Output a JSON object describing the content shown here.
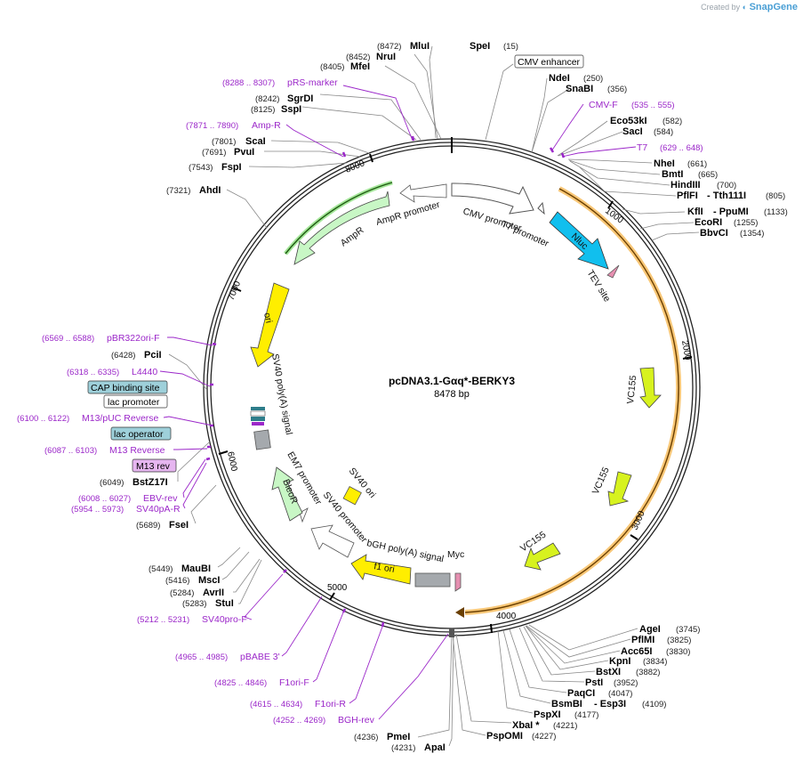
{
  "brand": {
    "created": "Created by",
    "name": "SnapGene"
  },
  "plasmid": {
    "name": "pcDNA3.1-Gαq*-BERKY3",
    "size": "8478 bp"
  },
  "ticks": [
    "1000",
    "2000",
    "3000",
    "4000",
    "5000",
    "6000",
    "7000",
    "8000"
  ],
  "sites": {
    "MluI": {
      "name": "MluI",
      "pos": "(8472)"
    },
    "NruI": {
      "name": "NruI",
      "pos": "(8452)"
    },
    "MfeI": {
      "name": "MfeI",
      "pos": "(8405)"
    },
    "SgrDI": {
      "name": "SgrDI",
      "pos": "(8242)"
    },
    "SspI": {
      "name": "SspI",
      "pos": "(8125)"
    },
    "ScaI": {
      "name": "ScaI",
      "pos": "(7801)"
    },
    "PvuI": {
      "name": "PvuI",
      "pos": "(7691)"
    },
    "FspI": {
      "name": "FspI",
      "pos": "(7543)"
    },
    "AhdI": {
      "name": "AhdI",
      "pos": "(7321)"
    },
    "PciI": {
      "name": "PciI",
      "pos": "(6428)"
    },
    "BstZ17I": {
      "name": "BstZ17I",
      "pos": "(6049)"
    },
    "FseI": {
      "name": "FseI",
      "pos": "(5689)"
    },
    "MauBI": {
      "name": "MauBI",
      "pos": "(5449)"
    },
    "MscI": {
      "name": "MscI",
      "pos": "(5416)"
    },
    "AvrII": {
      "name": "AvrII",
      "pos": "(5284)"
    },
    "StuI": {
      "name": "StuI",
      "pos": "(5283)"
    },
    "PmeI": {
      "name": "PmeI",
      "pos": "(4236)"
    },
    "ApaI": {
      "name": "ApaI",
      "pos": "(4231)"
    },
    "SpeI": {
      "name": "SpeI",
      "pos": "(15)"
    },
    "NdeI": {
      "name": "NdeI",
      "pos": "(250)"
    },
    "SnaBI": {
      "name": "SnaBI",
      "pos": "(356)"
    },
    "Eco53kI": {
      "name": "Eco53kI",
      "pos": "(582)"
    },
    "SacI": {
      "name": "SacI",
      "pos": "(584)"
    },
    "NheI": {
      "name": "NheI",
      "pos": "(661)"
    },
    "BmtI": {
      "name": "BmtI",
      "pos": "(665)"
    },
    "HindIII": {
      "name": "HindIII",
      "pos": "(700)"
    },
    "PflFI": {
      "name": "PflFI",
      "name2": "- Tth111I",
      "pos": "(805)"
    },
    "KflI": {
      "name": "KflI",
      "name2": "- PpuMI",
      "pos": "(1133)"
    },
    "EcoRI": {
      "name": "EcoRI",
      "pos": "(1255)"
    },
    "BbvCI": {
      "name": "BbvCI",
      "pos": "(1354)"
    },
    "AgeI": {
      "name": "AgeI",
      "pos": "(3745)"
    },
    "PflMI": {
      "name": "PflMI",
      "pos": "(3825)"
    },
    "Acc65I": {
      "name": "Acc65I",
      "pos": "(3830)"
    },
    "KpnI": {
      "name": "KpnI",
      "pos": "(3834)"
    },
    "BstXI": {
      "name": "BstXI",
      "pos": "(3882)"
    },
    "PstI": {
      "name": "PstI",
      "pos": "(3952)"
    },
    "PaqCI": {
      "name": "PaqCI",
      "pos": "(4047)"
    },
    "BsmBI": {
      "name": "BsmBI",
      "name2": "- Esp3I",
      "pos": "(4109)"
    },
    "PspXI": {
      "name": "PspXI",
      "pos": "(4177)"
    },
    "XbaI": {
      "name": "XbaI *",
      "pos": "(4221)"
    },
    "PspOMI": {
      "name": "PspOMI",
      "pos": "(4227)"
    }
  },
  "primers": {
    "pRS": {
      "range": "(8288 .. 8307)",
      "name": "pRS-marker"
    },
    "AmpR": {
      "range": "(7871 .. 7890)",
      "name": "Amp-R"
    },
    "CMVF": {
      "name": "CMV-F",
      "range": "(535 .. 555)"
    },
    "T7": {
      "name": "T7",
      "range": "(629 .. 648)"
    },
    "pBR": {
      "range": "(6569 .. 6588)",
      "name": "pBR322ori-F"
    },
    "L4440": {
      "range": "(6318 .. 6335)",
      "name": "L4440"
    },
    "M13pUC": {
      "range": "(6100 .. 6122)",
      "name": "M13/pUC Reverse"
    },
    "M13R": {
      "range": "(6087 .. 6103)",
      "name": "M13 Reverse"
    },
    "EBV": {
      "range": "(6008 .. 6027)",
      "name": "EBV-rev"
    },
    "SV40pA": {
      "range": "(5954 .. 5973)",
      "name": "SV40pA-R"
    },
    "SV40pro": {
      "range": "(5212 .. 5231)",
      "name": "SV40pro-F"
    },
    "pBABE": {
      "range": "(4965 .. 4985)",
      "name": "pBABE 3'"
    },
    "F1F": {
      "range": "(4825 .. 4846)",
      "name": "F1ori-F"
    },
    "F1R": {
      "range": "(4615 .. 4634)",
      "name": "F1ori-R"
    },
    "BGH": {
      "range": "(4252 .. 4269)",
      "name": "BGH-rev"
    }
  },
  "boxes": {
    "cmv_enh": "CMV enhancer",
    "cap": "CAP binding site",
    "lacp": "lac promoter",
    "laco": "lac operator",
    "m13rev": "M13 rev"
  },
  "features": {
    "cmv_prom": "CMV promoter",
    "t7_prom": "T7 promoter",
    "nluc": "Nluc",
    "tev": "TEV site",
    "vc155a": "VC155",
    "vc155b": "VC155",
    "vc155c": "VC155",
    "myc": "Myc",
    "bgh": "bGH poly(A) signal",
    "f1ori": "f1 ori",
    "sv40ori": "SV40 ori",
    "sv40prom": "SV40 promoter",
    "em7": "EM7 promoter",
    "bleor": "BleoR",
    "sv40pa": "SV40 poly(A) signal",
    "ori": "ori",
    "ampr": "AmpR",
    "ampr_prom": "AmpR promoter"
  },
  "colors": {
    "nluc": "#11bfee",
    "vc155": "#d7f21f",
    "f1ori": "#ffee00",
    "ori": "#ffee00",
    "ampr": "#c8f7c5",
    "bleor": "#c8f7c5",
    "orange": "#f5b44a",
    "purple": "#9b27c9",
    "cap_box": "#9ed0da",
    "laco_box": "#9ed0da",
    "m13_box": "#e6b6f0"
  }
}
